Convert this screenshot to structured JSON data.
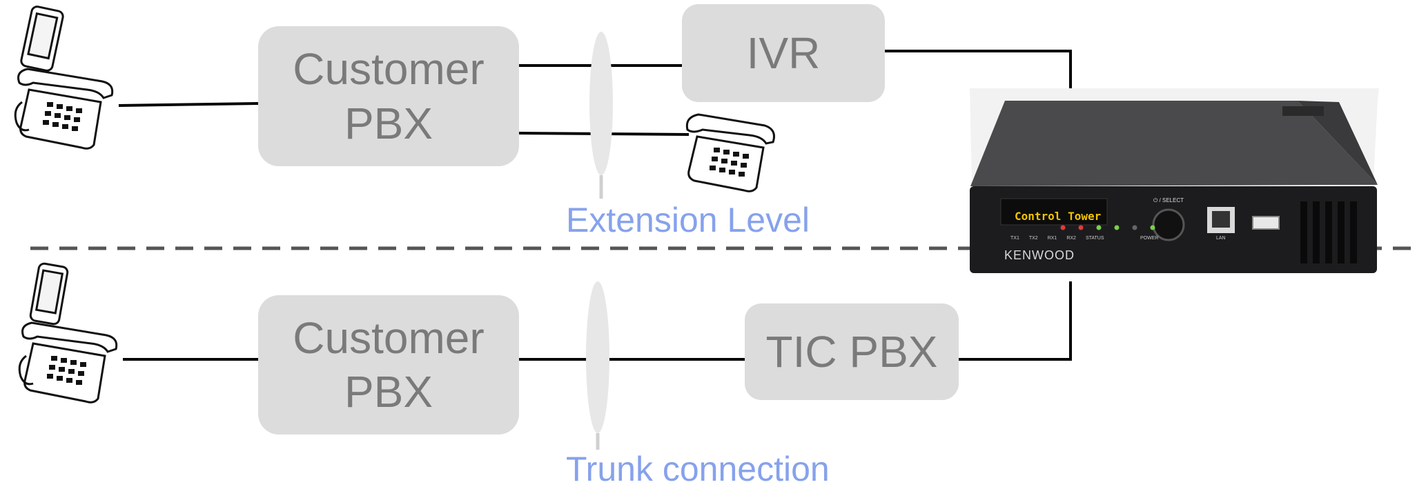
{
  "diagram": {
    "top": {
      "customer_pbx_line1": "Customer",
      "customer_pbx_line2": "PBX",
      "ivr": "IVR",
      "level_label": "Extension Level"
    },
    "bottom": {
      "customer_pbx_line1": "Customer",
      "customer_pbx_line2": "PBX",
      "tic_pbx": "TIC PBX",
      "level_label": "Trunk connection"
    },
    "device": {
      "brand": "KENWOOD",
      "display_text": "Control Tower",
      "select_label": "⏻ / SELECT",
      "led_labels": [
        "TX1",
        "TX2",
        "RX1",
        "RX2",
        "STATUS"
      ],
      "power_label": "POWER",
      "lan_label": "LAN",
      "led_colors": [
        "#e03b3b",
        "#e03b3b",
        "#7ccf4c",
        "#7ccf4c",
        "#666666"
      ]
    },
    "colors": {
      "box_fill": "#dcdcdc",
      "box_text": "#7a7a7a",
      "caption": "#86a2ec",
      "line": "#000000",
      "divider": "#555555"
    }
  }
}
